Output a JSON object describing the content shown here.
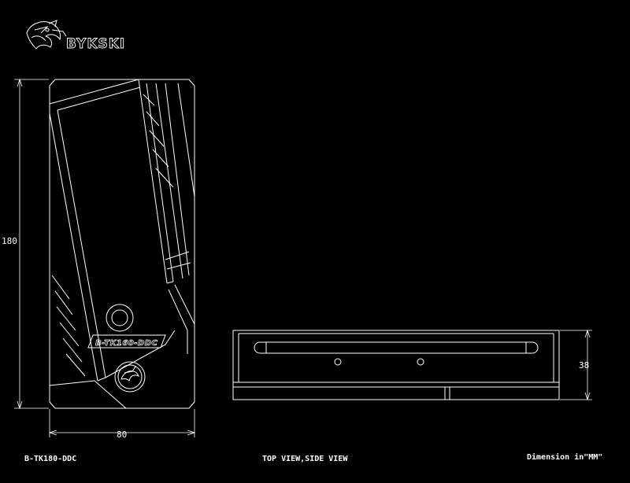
{
  "brand": {
    "name": "BYKSKI",
    "logo_icon": "dragon-logo-icon"
  },
  "top_view": {
    "label": "B-TK160-DDC",
    "width_dim": "80",
    "height_dim": "180"
  },
  "side_view": {
    "height_dim": "38"
  },
  "footer": {
    "model": "B-TK180-DDC",
    "views": "TOP VIEW,SIDE VIEW",
    "units": "Dimension in\"MM\""
  },
  "colors": {
    "background": "#000000",
    "line": "#ffffff"
  }
}
